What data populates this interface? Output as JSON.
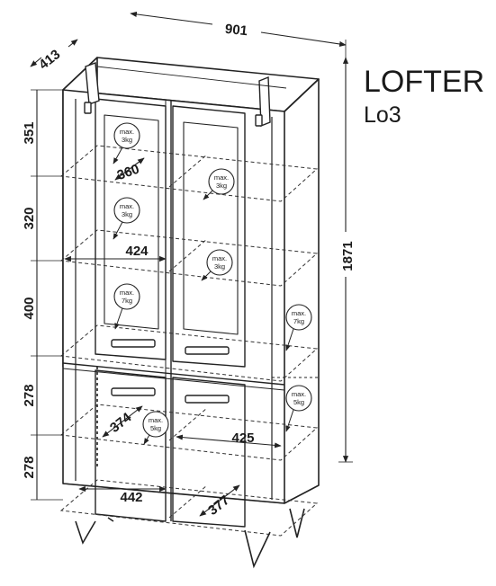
{
  "product": {
    "name": "LOFTER",
    "code": "Lo3"
  },
  "dimensions": {
    "width": "901",
    "depth": "413",
    "height": "1871",
    "sections": [
      "351",
      "320",
      "400",
      "278",
      "278"
    ]
  },
  "shelf_depths": [
    "360",
    "424",
    "374",
    "425",
    "442",
    "377"
  ],
  "load_badges": [
    {
      "line1": "max.",
      "line2": "3kg"
    },
    {
      "line1": "max.",
      "line2": "3kg"
    },
    {
      "line1": "max.",
      "line2": "3kg"
    },
    {
      "line1": "max.",
      "line2": "3kg"
    },
    {
      "line1": "max.",
      "line2": "7kg"
    },
    {
      "line1": "max.",
      "line2": "7kg"
    },
    {
      "line1": "max.",
      "line2": "5kg"
    },
    {
      "line1": "max.",
      "line2": "5kg"
    }
  ]
}
